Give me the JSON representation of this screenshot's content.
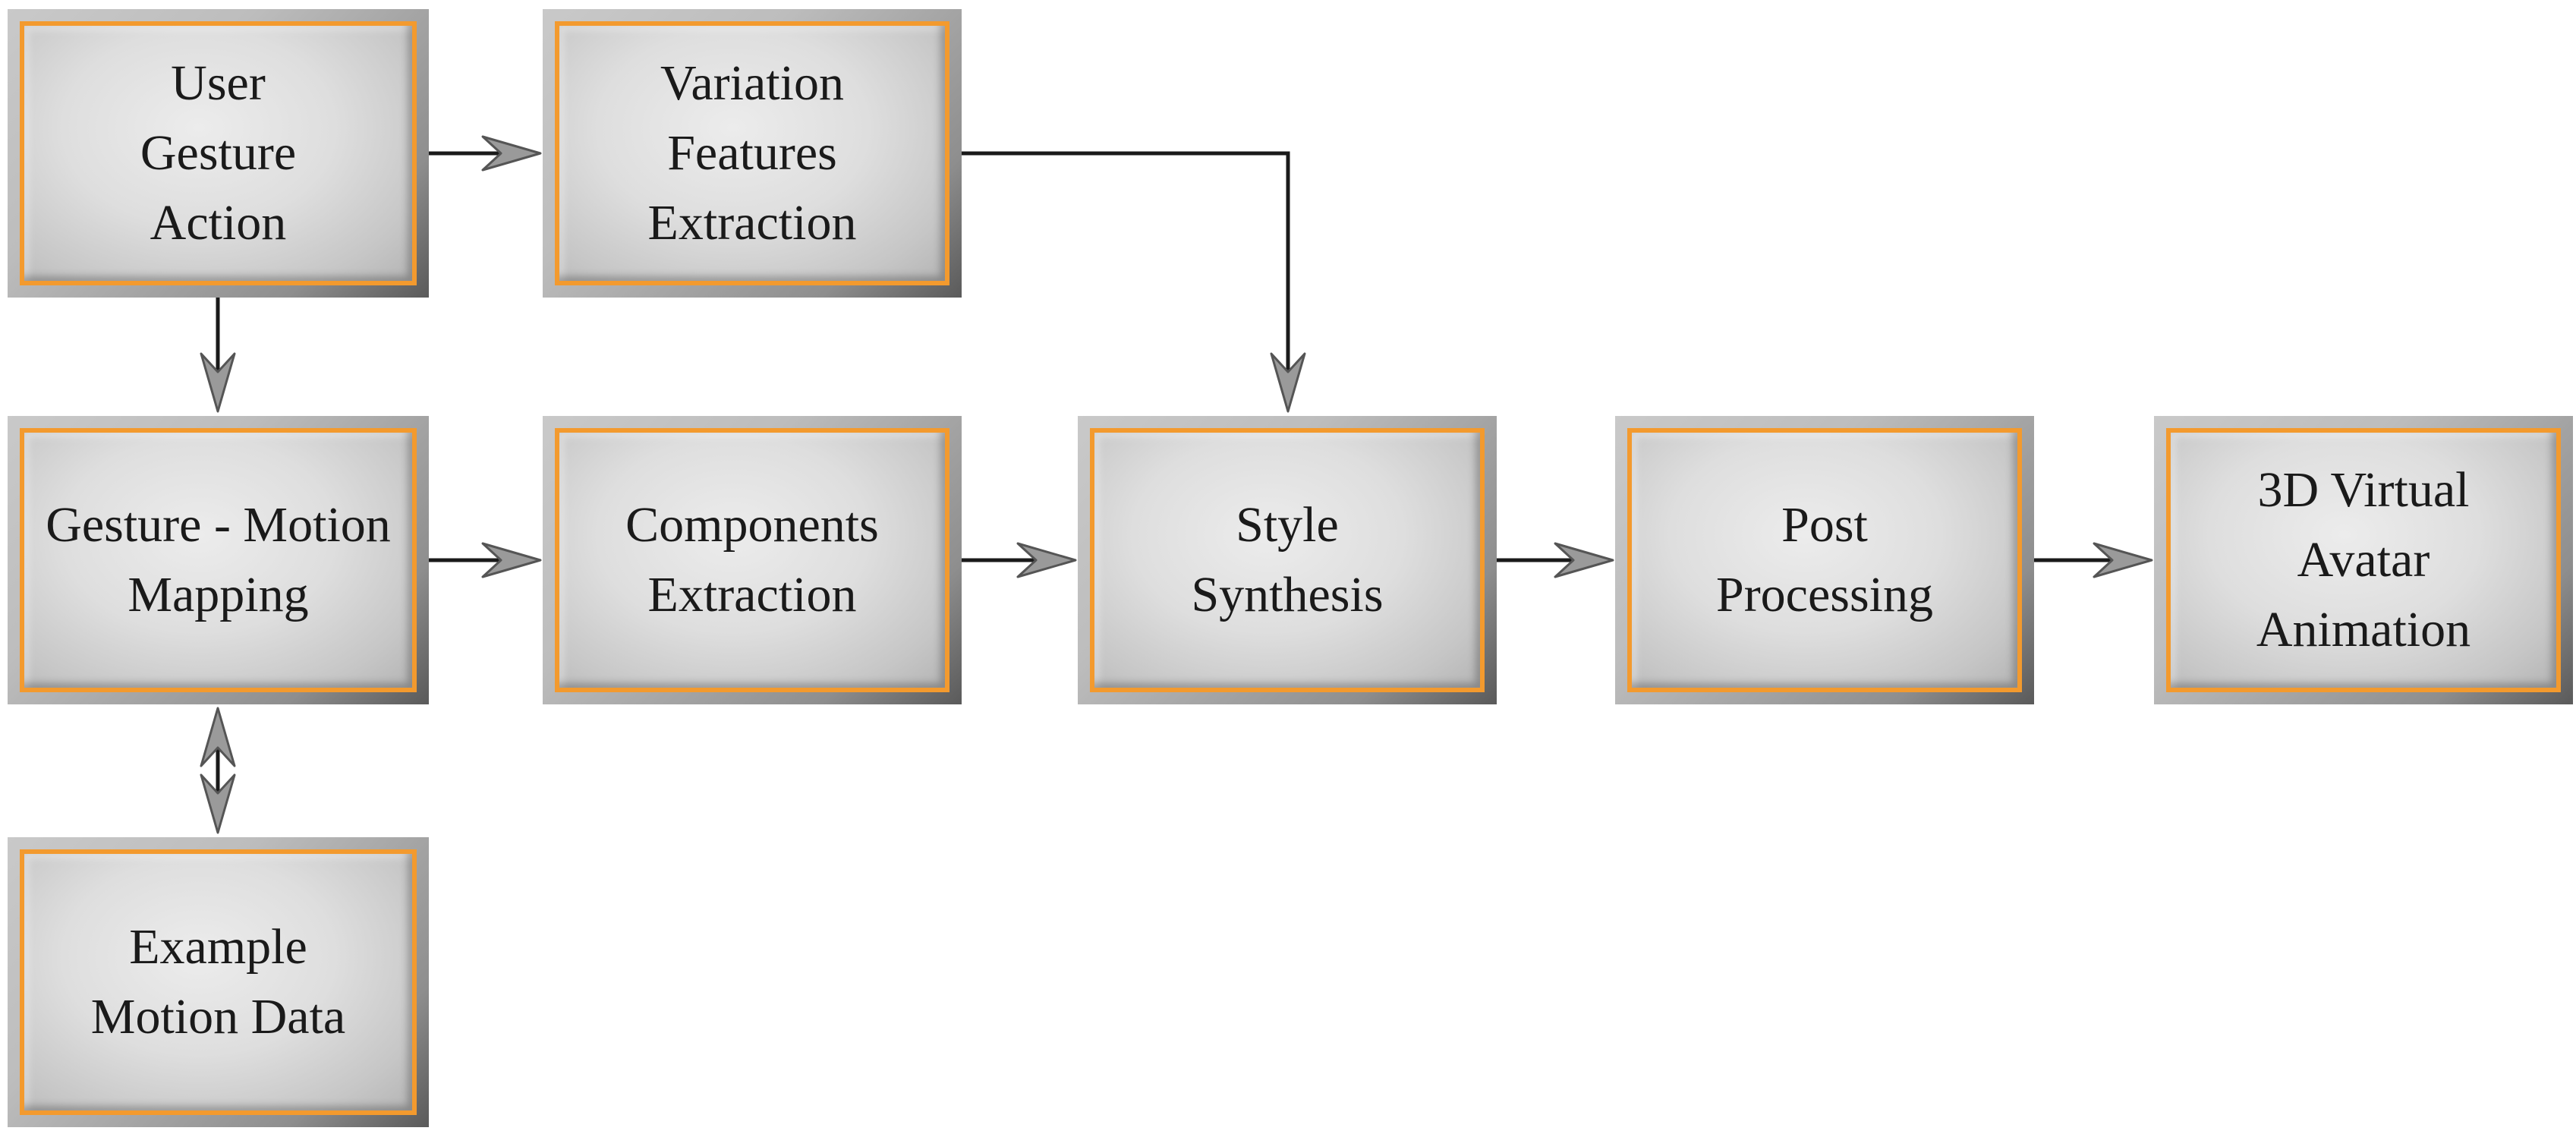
{
  "diagram": {
    "nodes": {
      "user_gesture_action": {
        "label": "User\nGesture\nAction"
      },
      "variation_features_extraction": {
        "label": "Variation\nFeatures\nExtraction"
      },
      "gesture_motion_mapping": {
        "label": "Gesture - Motion\nMapping"
      },
      "components_extraction": {
        "label": "Components\nExtraction"
      },
      "style_synthesis": {
        "label": "Style\nSynthesis"
      },
      "post_processing": {
        "label": "Post\nProcessing"
      },
      "avatar_animation": {
        "label": "3D Virtual\nAvatar\nAnimation"
      },
      "example_motion_data": {
        "label": "Example\nMotion Data"
      }
    },
    "edges": [
      {
        "from": "user_gesture_action",
        "to": "variation_features_extraction"
      },
      {
        "from": "user_gesture_action",
        "to": "gesture_motion_mapping"
      },
      {
        "from": "variation_features_extraction",
        "to": "style_synthesis"
      },
      {
        "from": "gesture_motion_mapping",
        "to": "components_extraction"
      },
      {
        "from": "components_extraction",
        "to": "style_synthesis"
      },
      {
        "from": "style_synthesis",
        "to": "post_processing"
      },
      {
        "from": "post_processing",
        "to": "avatar_animation"
      },
      {
        "from": "gesture_motion_mapping",
        "to": "example_motion_data",
        "bidirectional": true
      }
    ],
    "colors": {
      "box_border": "#f39a2e",
      "box_frame": "#8e8e8e",
      "box_fill": "#dedede",
      "arrow_line": "#1a1a1a",
      "arrow_head": "#9a9a9a"
    }
  }
}
